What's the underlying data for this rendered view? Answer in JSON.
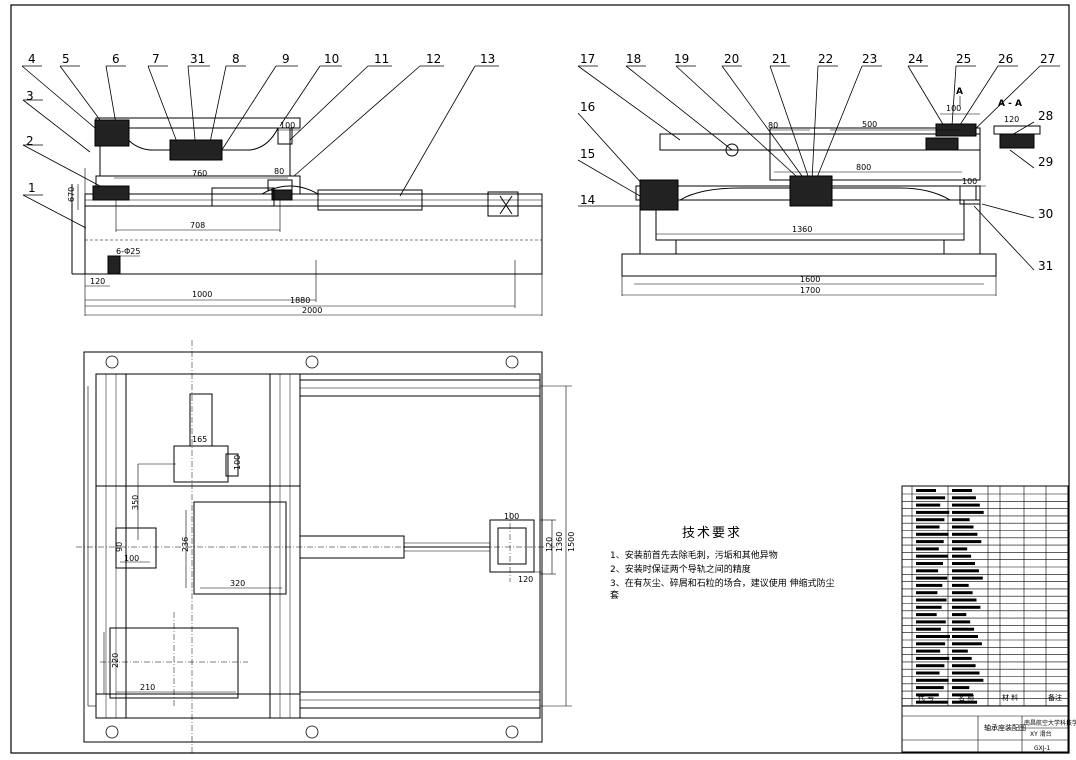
{
  "balloons_front": [
    "1",
    "2",
    "3",
    "4",
    "5",
    "6",
    "7",
    "31",
    "8",
    "9",
    "10",
    "11",
    "12",
    "13"
  ],
  "balloons_side": [
    "17",
    "18",
    "19",
    "20",
    "21",
    "22",
    "23",
    "24",
    "25",
    "26",
    "27",
    "16",
    "15",
    "14",
    "28",
    "29",
    "30",
    "31"
  ],
  "front_dims": {
    "d670": "670",
    "d760": "760",
    "d80": "80",
    "d100": "100",
    "d708": "708",
    "holes": "6-Φ25",
    "d120": "120",
    "d1000": "1000",
    "d1880": "1880",
    "d2000": "2000"
  },
  "side_dims": {
    "d80": "80",
    "d100a": "100",
    "d500": "500",
    "d800": "800",
    "d100b": "100",
    "d1360": "1360",
    "d1600": "1600",
    "d1700": "1700",
    "section": "A - A",
    "d120": "120",
    "arrow_a": "A"
  },
  "plan_dims": {
    "d165": "165",
    "d100a": "100",
    "d350": "350",
    "d90": "90",
    "d100b": "100",
    "d236": "236",
    "d320": "320",
    "d100c": "100",
    "d120a": "120",
    "d1360": "1360",
    "d1500": "1500",
    "d120b": "120",
    "d220": "220",
    "d210": "210"
  },
  "tech_requirements": {
    "title": "技术要求",
    "items": [
      "1、安装前首先去除毛刺，污垢和其他异物",
      "2、安装时保证两个导轨之间的精度",
      "3、在有灰尘、碎屑和石粒的场合，建议使用 伸缩式防尘套"
    ]
  },
  "title_block": {
    "header_code": "代  号",
    "header_name": "名  称",
    "header_material": "材  料",
    "header_note": "备注",
    "school": "南昌航空大学科技学院",
    "product": "XY 滑台",
    "drawing_name": "轴承座装配图",
    "drawing_no": "GXJ-1"
  },
  "colors": {
    "line": "#000000",
    "paper": "#ffffff"
  }
}
